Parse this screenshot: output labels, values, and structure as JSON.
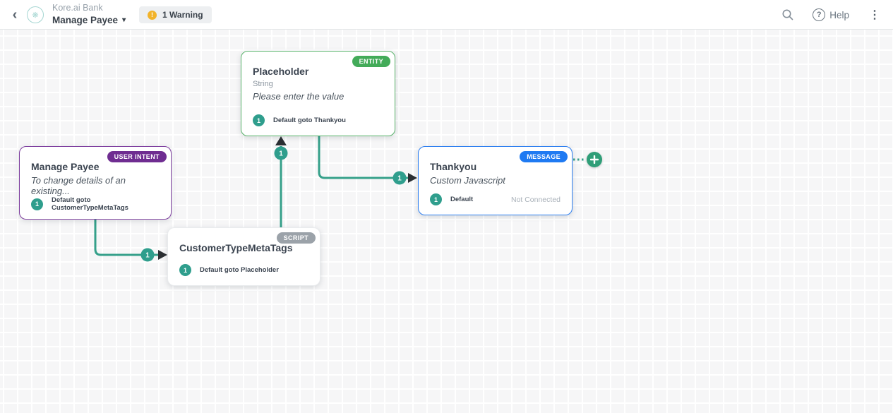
{
  "header": {
    "app_title": "Kore.ai Bank",
    "task_selector_label": "Manage Payee",
    "warning_chip": {
      "label": "1 Warning",
      "icon_glyph": "!"
    },
    "help_label": "Help"
  },
  "icons": {
    "back_glyph": "‹",
    "caret_glyph": "▾",
    "logo_glyph": "❋",
    "help_glyph": "?",
    "kebab_glyph": "⋮"
  },
  "canvas": {
    "nodes": {
      "placeholder": {
        "type_badge": "ENTITY",
        "title": "Placeholder",
        "subtitle": "String",
        "description": "Please enter the value",
        "transition_index": "1",
        "transition_label": "Default goto Thankyou"
      },
      "manage_payee": {
        "type_badge": "USER INTENT",
        "title": "Manage Payee",
        "description": "To change details of an existing...",
        "transition_index": "1",
        "transition_label": "Default goto CustomerTypeMetaTags"
      },
      "customer_type_meta_tags": {
        "type_badge": "SCRIPT",
        "title": "CustomerTypeMetaTags",
        "transition_index": "1",
        "transition_label": "Default goto Placeholder"
      },
      "thankyou": {
        "type_badge": "MESSAGE",
        "title": "Thankyou",
        "description": "Custom Javascript",
        "transition_index": "1",
        "transition_label": "Default",
        "status": "Not Connected"
      }
    },
    "connections": {
      "manage_payee_to_script_label": "1",
      "script_to_placeholder_label": "1",
      "placeholder_to_thankyou_label": "1"
    }
  },
  "colors": {
    "entity_green": "#43ab59",
    "user_intent_purple": "#6f2d91",
    "script_gray": "#9ba2a9",
    "message_blue": "#1f7af2",
    "connector_teal": "#35a08a",
    "connector_badge_teal": "#2f9e8d",
    "add_button_green": "#2f9e78",
    "warning_orange": "#f2b32a",
    "arrow_dark": "#2b2f33"
  }
}
